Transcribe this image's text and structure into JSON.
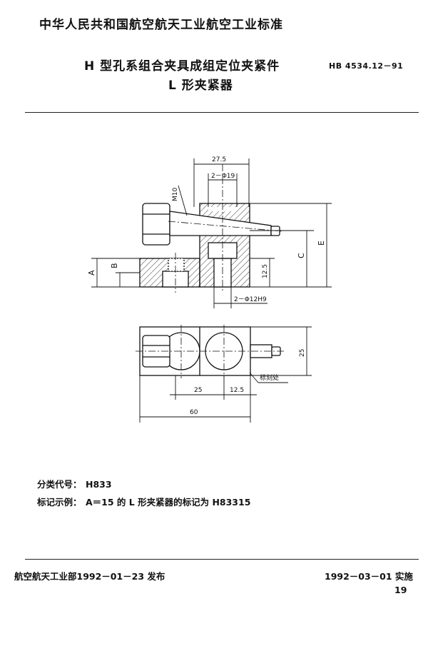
{
  "header": {
    "organization": "中华人民共和国航空航天工业航空工业标准",
    "title": "H 型孔系组合夹具成组定位夹紧件",
    "subtitle": "L 形夹紧器",
    "standard_code": "HB 4534.12－91"
  },
  "drawing": {
    "dims": {
      "d27_5": "27.5",
      "d2_phi19": "2－Φ19",
      "m10": "M10",
      "a": "A",
      "b": "B",
      "c": "C",
      "e": "E",
      "d12_5_front": "12.5",
      "d2_phi12h9": "2－Φ12H9",
      "d25_vert": "25",
      "d25_horiz": "25",
      "d12_5_plan": "12.5",
      "d60": "60",
      "mark_location": "标刻处"
    }
  },
  "info": {
    "class_code_label": "分类代号：",
    "class_code_value": "H833",
    "mark_example_label": "标记示例：",
    "mark_example_value": "A＝15 的 L 形夹紧器的标记为 H83315"
  },
  "footer": {
    "issued": "航空航天工业部1992－01－23 发布",
    "effective": "1992－03－01 实施",
    "page_number": "19"
  }
}
